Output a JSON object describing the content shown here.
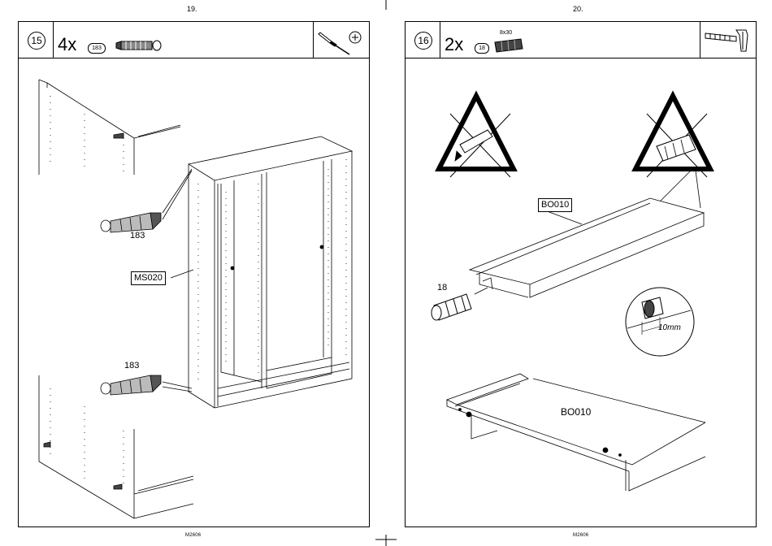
{
  "left_page": {
    "page_number": "19.",
    "footer": "M2606",
    "step_number": "15",
    "quantity": "4x",
    "part_id": "183",
    "callout_labels": {
      "top_part": "183",
      "cabinet": "MS020",
      "bottom_part": "183"
    },
    "tool_icons": [
      "screwdriver-icon",
      "phillips-head-icon"
    ]
  },
  "right_page": {
    "page_number": "20.",
    "footer": "M2606",
    "step_number": "16",
    "quantity": "2x",
    "part_id": "18",
    "part_size": "8x30",
    "callout_labels": {
      "panel_top": "BO010",
      "dowel": "18",
      "depth": "10mm",
      "panel_bottom": "BO010"
    },
    "tool_icons": [
      "hammer-icon"
    ]
  }
}
